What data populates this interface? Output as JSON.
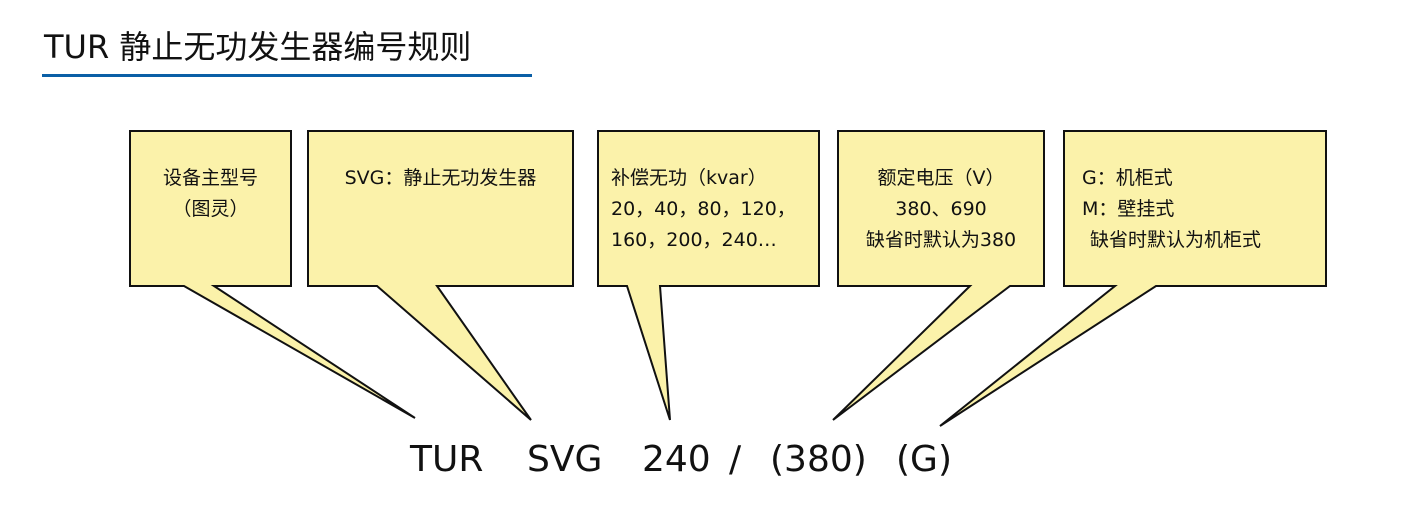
{
  "title": "TUR 静止无功发生器编号规则",
  "colors": {
    "callout_fill": "#fbf2aa",
    "callout_stroke": "#111111",
    "underline": "#0a5fa6"
  },
  "callouts": [
    {
      "id": "main-model",
      "lines": [
        "设备主型号",
        "（图灵）"
      ]
    },
    {
      "id": "svg-type",
      "lines": [
        "SVG：静止无功发生器"
      ]
    },
    {
      "id": "capacity",
      "lines": [
        "补偿无功（kvar）",
        "20，40，80，120，",
        "160，200，240…"
      ]
    },
    {
      "id": "voltage",
      "lines": [
        "额定电压（V）",
        "380、690",
        "缺省时默认为380"
      ]
    },
    {
      "id": "cabinet",
      "lines": [
        "G：机柜式",
        "M：壁挂式",
        "缺省时默认为机柜式"
      ]
    }
  ],
  "code": {
    "main": "TUR",
    "type": "SVG",
    "capacity": "240",
    "slash": "/",
    "voltage": "(380)",
    "cabinet": "(G)"
  }
}
